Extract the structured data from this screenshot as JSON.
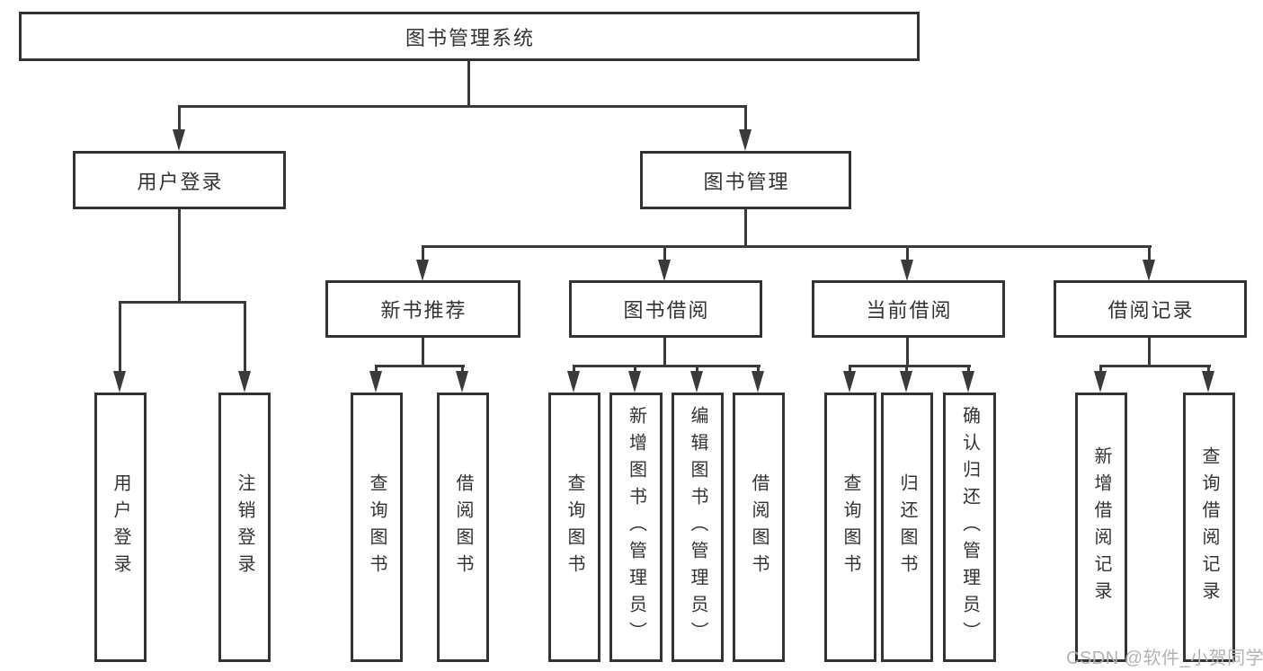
{
  "nodes": {
    "root": {
      "label": "图书管理系统"
    },
    "level2": [
      {
        "label": "用户登录",
        "parent": "图书管理系统"
      },
      {
        "label": "图书管理",
        "parent": "图书管理系统"
      }
    ],
    "level3": [
      {
        "label": "新书推荐",
        "parent": "图书管理"
      },
      {
        "label": "图书借阅",
        "parent": "图书管理"
      },
      {
        "label": "当前借阅",
        "parent": "图书管理"
      },
      {
        "label": "借阅记录",
        "parent": "图书管理"
      }
    ],
    "leaves": [
      {
        "label": "用户登录",
        "parent": "用户登录"
      },
      {
        "label": "注销登录",
        "parent": "用户登录"
      },
      {
        "label": "查询图书",
        "parent": "新书推荐"
      },
      {
        "label": "借阅图书",
        "parent": "新书推荐"
      },
      {
        "label": "查询图书",
        "parent": "图书借阅"
      },
      {
        "label": "新增图书（管理员）",
        "parent": "图书借阅"
      },
      {
        "label": "编辑图书（管理员）",
        "parent": "图书借阅"
      },
      {
        "label": "借阅图书",
        "parent": "图书借阅"
      },
      {
        "label": "查询图书",
        "parent": "当前借阅"
      },
      {
        "label": "归还图书",
        "parent": "当前借阅"
      },
      {
        "label": "确认归还（管理员）",
        "parent": "当前借阅"
      },
      {
        "label": "新增借阅记录",
        "parent": "借阅记录"
      },
      {
        "label": "查询借阅记录",
        "parent": "借阅记录"
      }
    ]
  },
  "watermark": {
    "text": "CSDN @软件_小贺同学"
  },
  "colors": {
    "line": "#3a3a3a",
    "box_border": "#333333",
    "text": "#333333",
    "watermark": "#b3b3b3",
    "background": "#ffffff"
  }
}
